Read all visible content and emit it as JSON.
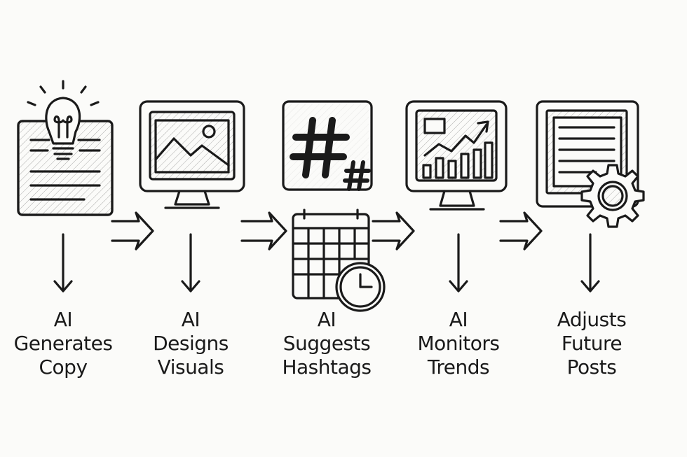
{
  "steps": [
    {
      "icon": "lightbulb-document-icon",
      "lines": [
        "AI",
        "Generates",
        "Copy"
      ]
    },
    {
      "icon": "monitor-image-icon",
      "lines": [
        "AI",
        "Designs",
        "Visuals"
      ]
    },
    {
      "icon": "hashtag-calendar-clock-icon",
      "lines": [
        "AI",
        "Suggests",
        "Hashtags"
      ]
    },
    {
      "icon": "monitor-chart-icon",
      "lines": [
        "AI",
        "Monitors",
        "Trends"
      ]
    },
    {
      "icon": "document-gear-icon",
      "lines": [
        "Adjusts",
        "Future",
        "Posts"
      ]
    }
  ],
  "ink_color": "#1a1a1a",
  "background_color": "#fbfbf9"
}
